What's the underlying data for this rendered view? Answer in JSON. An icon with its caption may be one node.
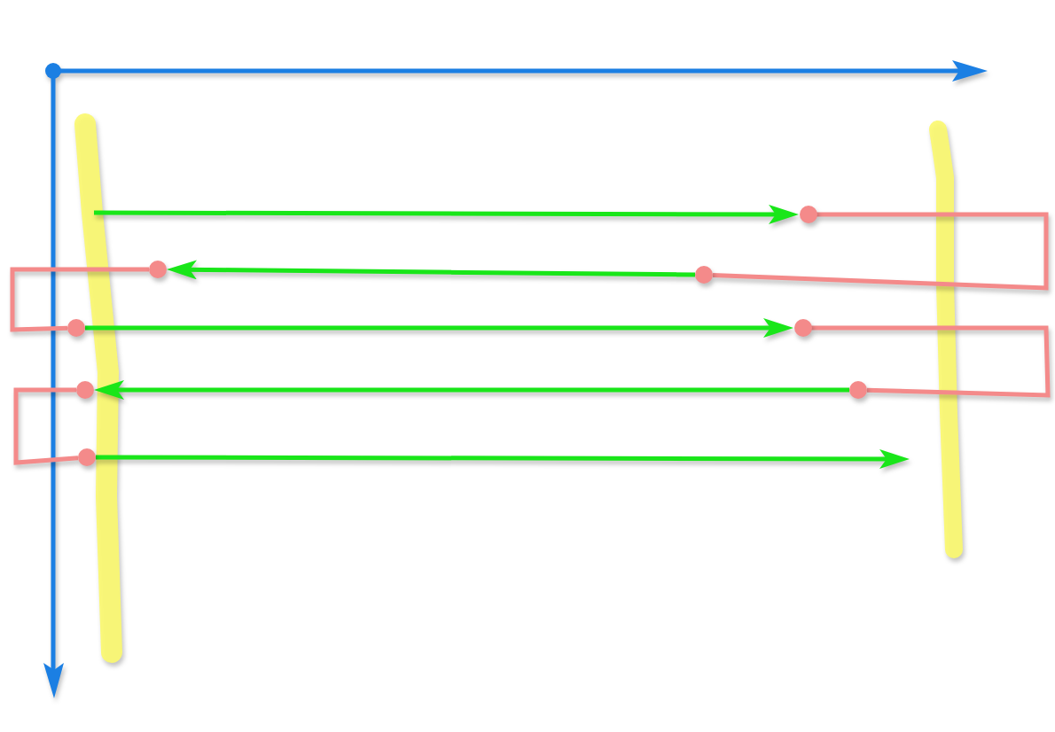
{
  "diagram": {
    "nodes": [
      {
        "text": [],
        "shape": "circle"
      },
      {
        "text": [],
        "shape": "circle"
      },
      {
        "text": [],
        "shape": "circle"
      },
      {
        "text": [],
        "shape": "circle"
      },
      {
        "text": [],
        "shape": "circle"
      },
      {
        "text": [],
        "shape": "circle"
      },
      {
        "text": [],
        "shape": "circle"
      },
      {
        "text": [],
        "shape": "circle"
      }
    ],
    "edges": [
      {
        "from": null,
        "to": 0,
        "arrow": "to"
      },
      {
        "from": 0,
        "to": 1,
        "arrow": "none",
        "color": "#f48a8a"
      },
      {
        "from": 1,
        "to": 2,
        "arrow": "to"
      },
      {
        "from": 2,
        "to": 3,
        "arrow": "none",
        "color": "#f48a8a"
      },
      {
        "from": 3,
        "to": 4,
        "arrow": "to"
      },
      {
        "from": 4,
        "to": 5,
        "arrow": "none",
        "color": "#f48a8a"
      },
      {
        "from": 5,
        "to": 6,
        "arrow": "to"
      },
      {
        "from": 6,
        "to": 7,
        "arrow": "none",
        "color": "#f48a8a"
      },
      {
        "from": 7,
        "to": null,
        "arrow": "to"
      }
    ]
  }
}
